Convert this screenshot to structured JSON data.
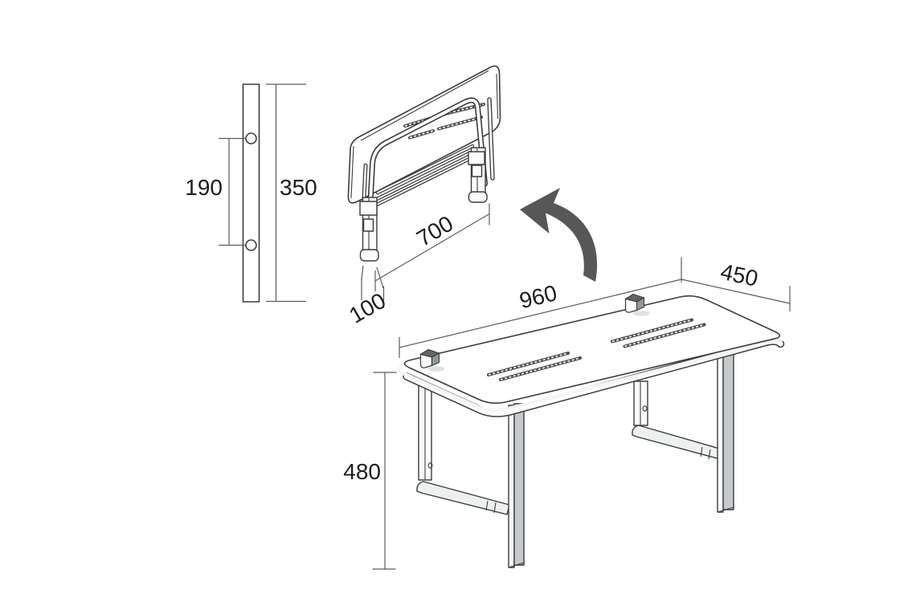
{
  "diagram": {
    "type": "technical-dimension-drawing",
    "subject": "wall-mounted fold-up shower bench",
    "colors": {
      "background": "#ffffff",
      "line": "#3c3c3c",
      "dimension_line": "#5c5c5c",
      "text": "#1c1c1c",
      "arrow": "#575757",
      "metal_shade": "#c6cacc",
      "metal_light": "#fafbfb"
    },
    "wall_plate_view": {
      "hole_spacing_label": "190",
      "plate_height_label": "350",
      "hole_count": 2
    },
    "folded_view": {
      "width_label": "700",
      "depth_label": "100"
    },
    "open_view": {
      "length_label": "960",
      "depth_label": "450",
      "height_label": "480",
      "bracket_count": 2,
      "slot_groups": 2
    }
  }
}
